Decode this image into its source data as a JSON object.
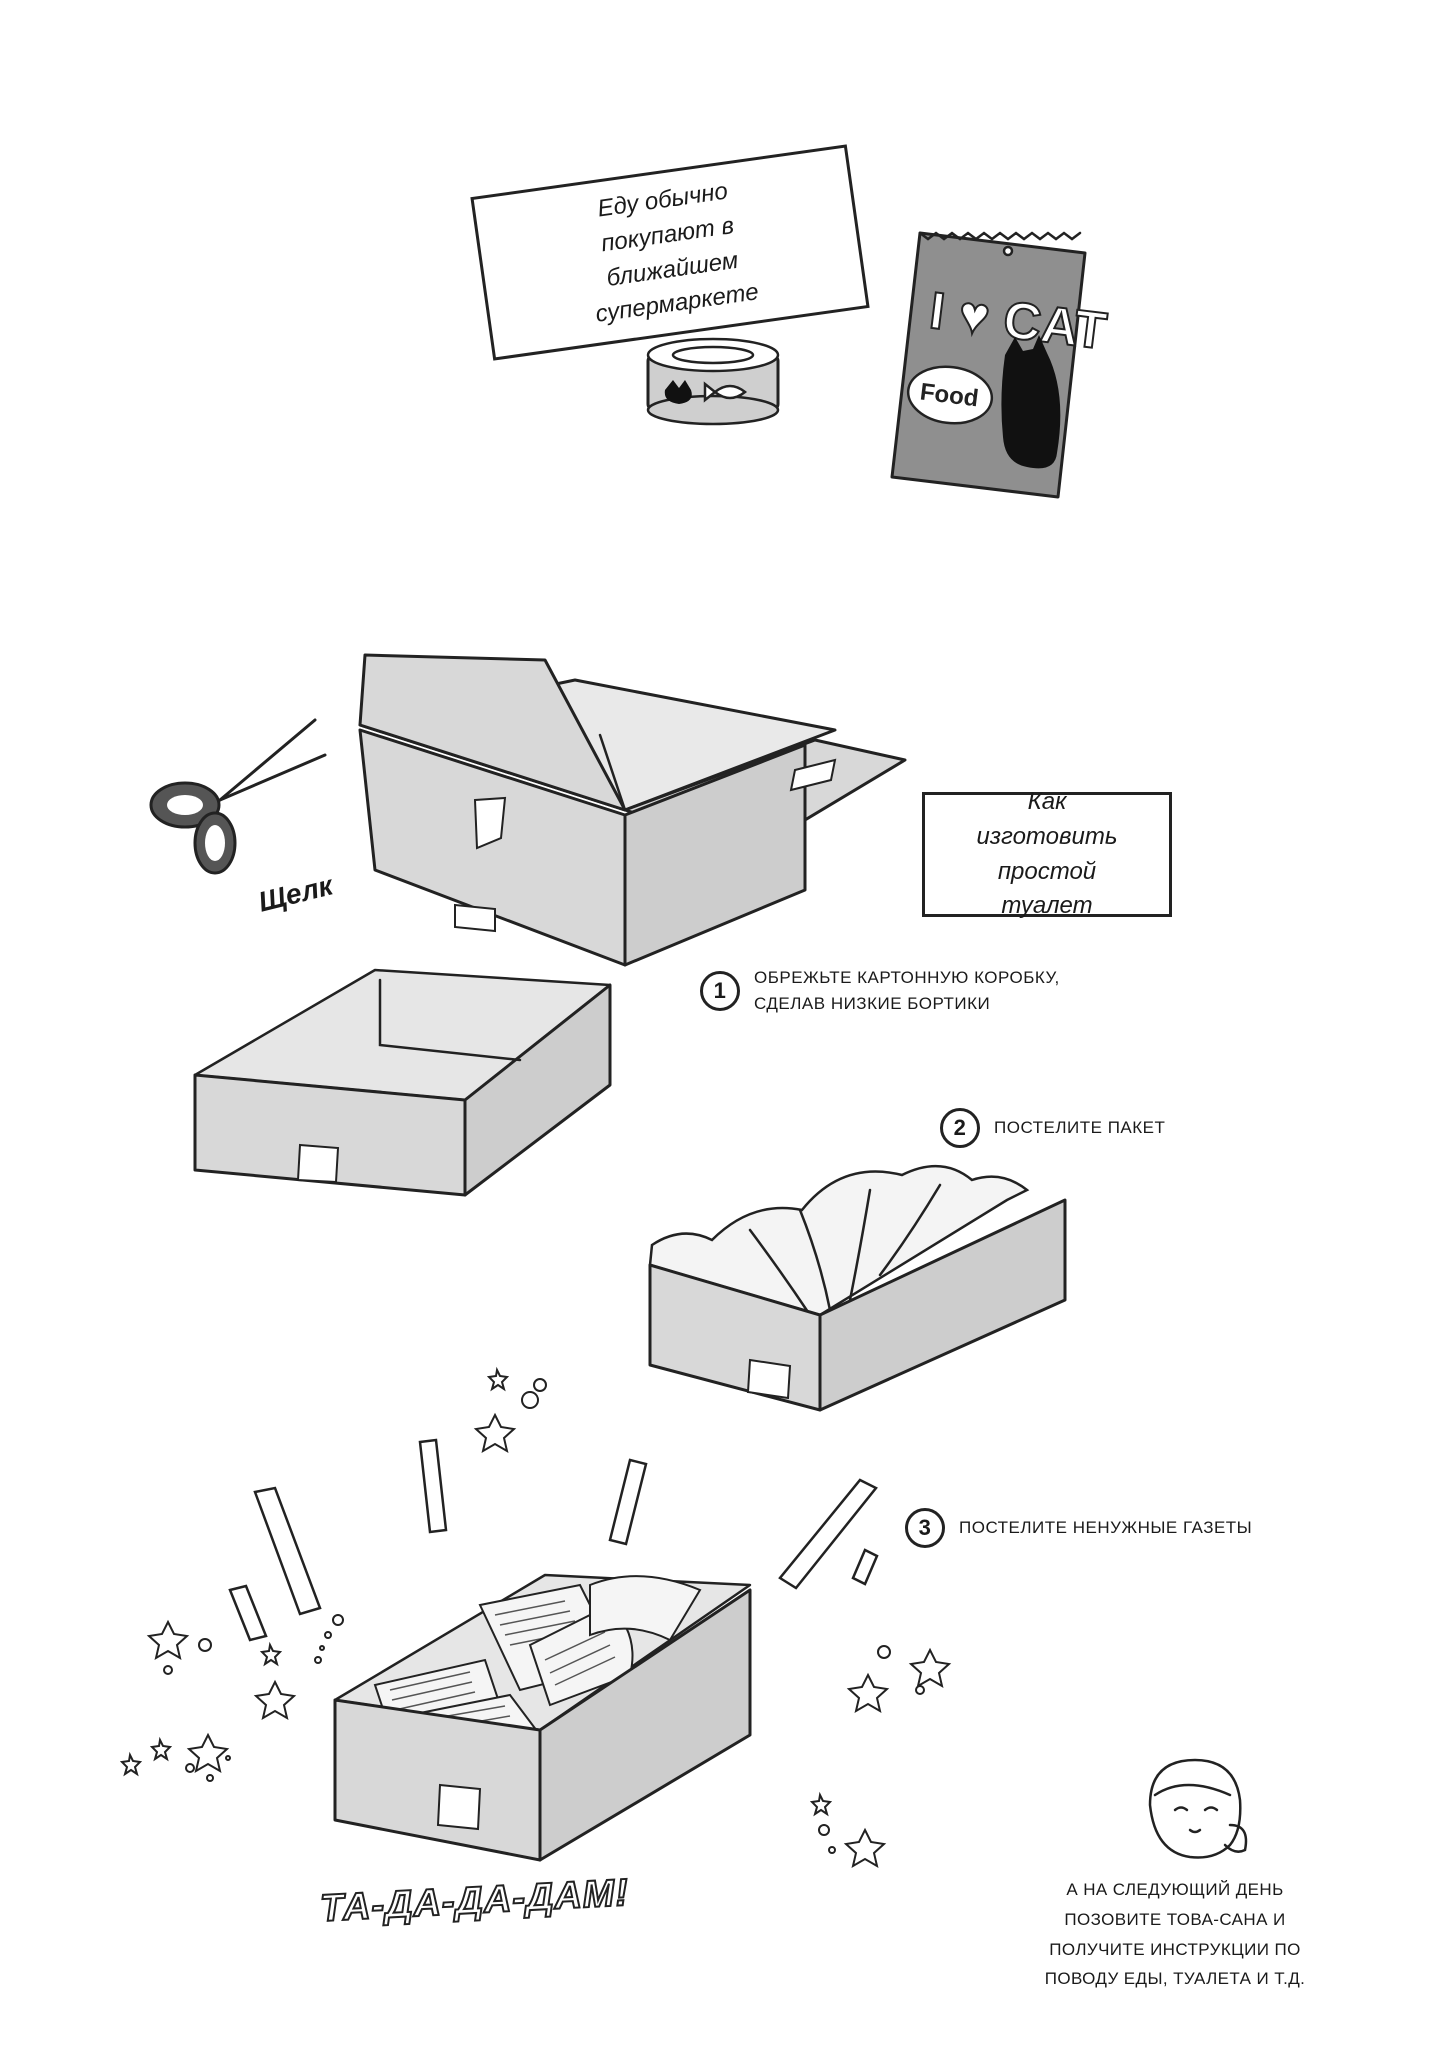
{
  "food": {
    "caption": "Еду обычно покупают в ближайшем супермаркете",
    "bag_text": "I ♥ CAT",
    "bag_badge": "Food"
  },
  "how_to": {
    "title": "Как изготовить простой туалет"
  },
  "cut_sound": "Щелк",
  "steps": [
    {
      "num": "1",
      "text": "ОБРЕЖЬТЕ КАРТОННУЮ КОРОБКУ, СДЕЛАВ НИЗКИЕ БОРТИКИ"
    },
    {
      "num": "2",
      "text": "ПОСТЕЛИТЕ ПАКЕТ"
    },
    {
      "num": "3",
      "text": "ПОСТЕЛИТЕ НЕНУЖНЫЕ ГАЗЕТЫ"
    }
  ],
  "fanfare": "ТА-ДА-ДА-ДАМ!",
  "footer_note": "А НА СЛЕДУЮЩИЙ ДЕНЬ ПОЗОВИТЕ ТОВА-САНА И ПОЛУЧИТЕ ИНСТРУКЦИИ ПО ПОВОДУ ЕДЫ, ТУАЛЕТА И Т.Д.",
  "icons": [
    "cat-food-can-icon",
    "cat-food-bag-icon",
    "scissors-icon",
    "cardboard-box-icon",
    "litter-tray-icon",
    "newspaper-icon",
    "star-icon",
    "girl-face-icon"
  ]
}
